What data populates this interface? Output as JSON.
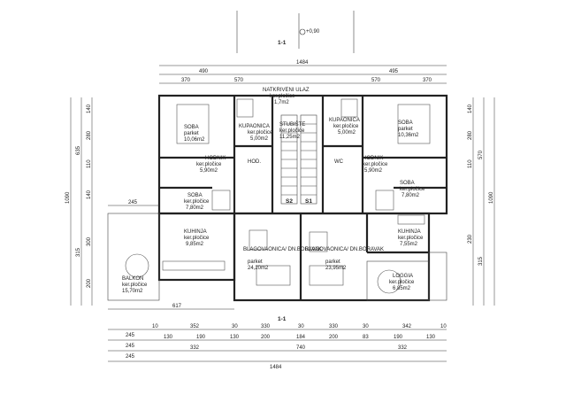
{
  "section": {
    "mark": "1-1",
    "level": "+0,90"
  },
  "dims_top": {
    "overall": "1484",
    "row": [
      "490",
      "495"
    ],
    "row2": [
      "370",
      "570",
      "570",
      "370"
    ]
  },
  "dims_bottom": {
    "row1": [
      "245",
      "10",
      "352",
      "30",
      "330",
      "30",
      "330",
      "30",
      "342",
      "10"
    ],
    "row2": [
      "245",
      "130",
      "190",
      "130",
      "200",
      "184",
      "200",
      "83",
      "190",
      "130"
    ],
    "row3": [
      "245",
      "332",
      "740",
      "332"
    ],
    "overall": "1484"
  },
  "dims_left": [
    "1090",
    "635",
    "140",
    "280",
    "110",
    "140",
    "315",
    "300",
    "200"
  ],
  "dims_right": [
    "1090",
    "570",
    "140",
    "280",
    "110",
    "230",
    "315"
  ],
  "balcony_depth": "617",
  "balcony_width": "245",
  "entry": {
    "name": "NATKRIVENI ULAZ",
    "floor": "ker.pločice",
    "area": "1,7m2"
  },
  "stair": {
    "name": "STUBIŠTE",
    "floor": "ker.pločice",
    "area": "11,25m2",
    "marks": [
      "S2",
      "S1"
    ]
  },
  "rooms": [
    {
      "name": "SOBA",
      "floor": "parket",
      "area": "10,06m2"
    },
    {
      "name": "KUPAONICA",
      "floor": "ker.pločice",
      "area": "5,00m2"
    },
    {
      "name": "KUPAONICA",
      "floor": "ker.pločice",
      "area": "5,00m2"
    },
    {
      "name": "SOBA",
      "floor": "parket",
      "area": "10,36m2"
    },
    {
      "name": "HODNIK",
      "floor": "ker.pločice",
      "area": "5,90m2"
    },
    {
      "name": "HODNIK",
      "floor": "ker.pločice",
      "area": "5,90m2"
    },
    {
      "name": "SOBA",
      "floor": "ker.pločice",
      "area": "7,80m2"
    },
    {
      "name": "SOBA",
      "floor": "ker.pločice",
      "area": "7,80m2"
    },
    {
      "name": "KUHINJA",
      "floor": "ker.pločice",
      "area": "9,85m2"
    },
    {
      "name": "BLAGOVAONICA/ DN.BORAVAK",
      "floor": "parket",
      "area": "24,20m2"
    },
    {
      "name": "BLAGOVAONICA/ DN.BORAVAK",
      "floor": "parket",
      "area": "23,95m2"
    },
    {
      "name": "KUHINJA",
      "floor": "ker.pločice",
      "area": "7,55m2"
    },
    {
      "name": "BALKON",
      "floor": "ker.pločice",
      "area": "15,70m2"
    },
    {
      "name": "LOGGIA",
      "floor": "ker.pločice",
      "area": "6,85m2"
    }
  ],
  "misc": {
    "hall_label": "HOD.",
    "wc_label": "WC"
  }
}
